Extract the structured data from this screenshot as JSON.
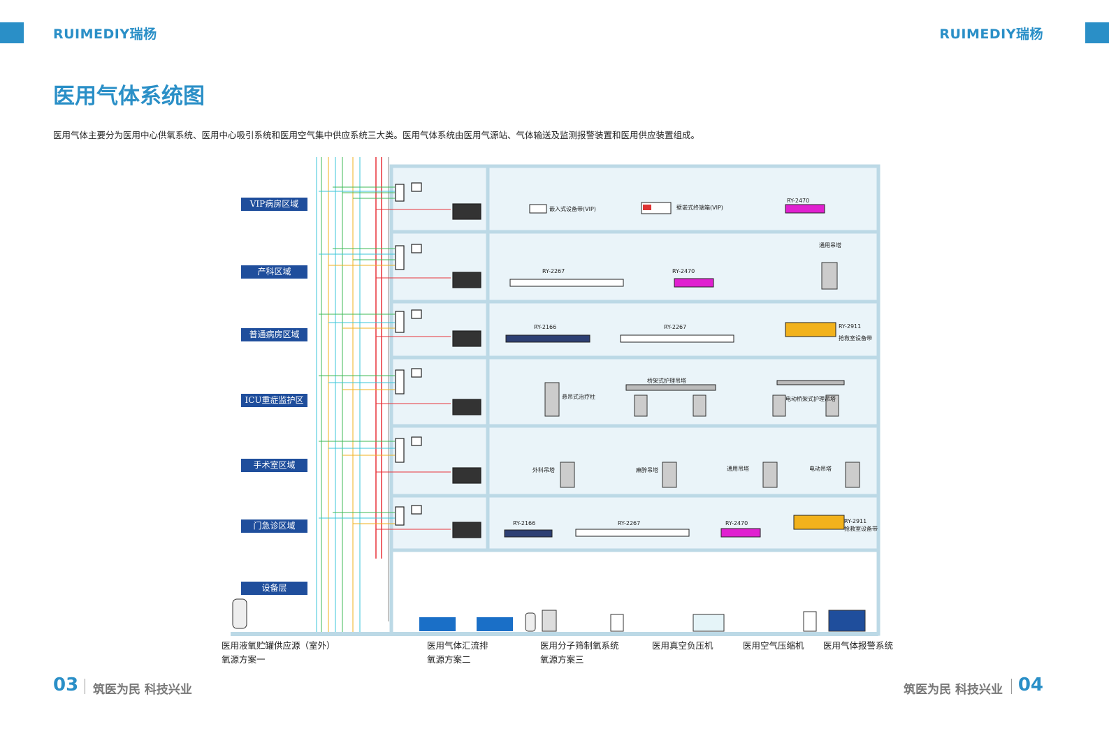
{
  "brand": {
    "left": "RUIMEDIY瑞杨",
    "right": "RUIMEDIY瑞杨"
  },
  "title": "医用气体系统图",
  "description": "医用气体主要分为医用中心供氧系统、医用中心吸引系统和医用空气集中供应系统三大类。医用气体系统由医用气源站、气体输送及监测报警装置和医用供应装置组成。",
  "regions": [
    "VIP病房区域",
    "产科区域",
    "普通病房区域",
    "ICU重症监护区域",
    "手术室区域",
    "门急诊区域",
    "设备层"
  ],
  "equipment_labels": {
    "vip_embedded": "嵌入式设备带(VIP)",
    "vip_wall_box": "壁嵌式终端箱(VIP)",
    "ry2470": "RY-2470",
    "ry2267": "RY-2267",
    "ry2166": "RY-2166",
    "ry2911": "RY-2911",
    "general_pendant": "通用吊塔",
    "rescue_band": "抢救室设备带",
    "suspended_column": "悬吊式治疗柱",
    "bridge_pendant": "桥架式护理吊塔",
    "electric_bridge_pendant": "电动桥架式护理吊塔",
    "surgical_pendant": "外科吊塔",
    "anesthesia_pendant": "麻醉吊塔",
    "electric_pendant": "电动吊塔"
  },
  "sources": [
    {
      "line1": "医用液氧贮罐供应源（室外）",
      "line2": "氧源方案一"
    },
    {
      "line1": "医用气体汇流排",
      "line2": "氧源方案二"
    },
    {
      "line1": "医用分子筛制氧系统",
      "line2": "氧源方案三"
    },
    {
      "line1": "医用真空负压机",
      "line2": ""
    },
    {
      "line1": "医用空气压缩机",
      "line2": ""
    },
    {
      "line1": "医用气体报警系统",
      "line2": ""
    }
  ],
  "footer": {
    "left_page": "03",
    "left_slogan": "筑医为民  科技兴业",
    "right_page": "04",
    "right_slogan": "筑医为民  科技兴业"
  },
  "colors": {
    "accent": "#2a8fc7",
    "region_label": "#1f4e9c",
    "floor_band": "#bcd9e6",
    "pipe_red": "#e8333a",
    "pipe_green": "#3cba54",
    "pipe_cyan": "#39c6d8",
    "pipe_yellow": "#f2b21c"
  }
}
